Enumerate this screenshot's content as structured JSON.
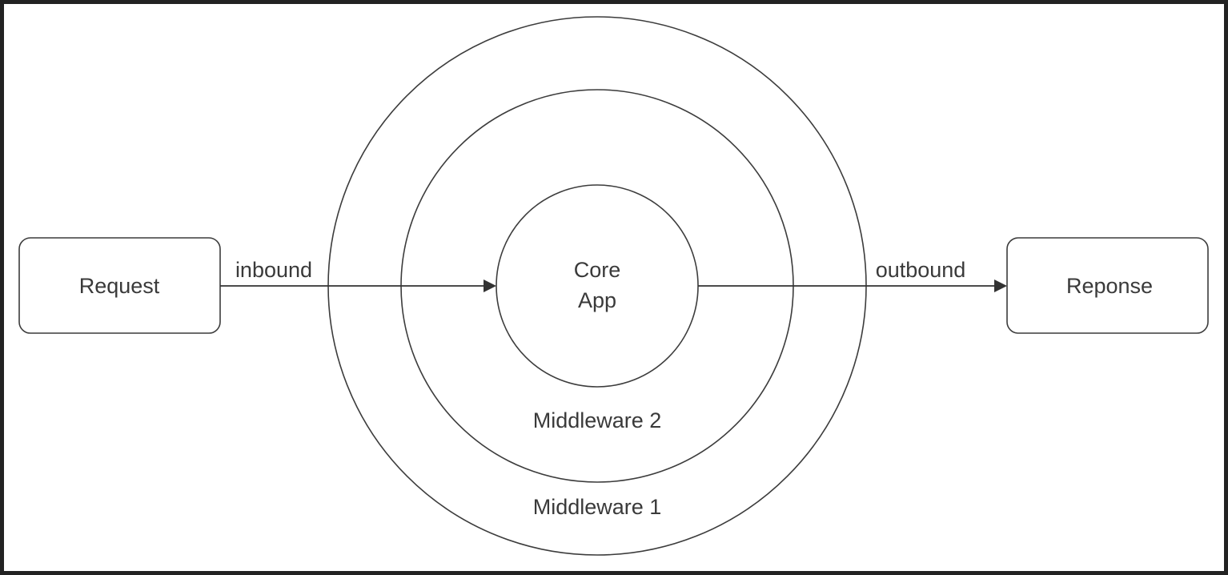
{
  "diagram": {
    "nodes": {
      "request": {
        "label": "Request"
      },
      "response": {
        "label": "Reponse"
      },
      "core": {
        "label_line1": "Core",
        "label_line2": "App"
      },
      "middleware_inner": {
        "label": "Middleware 2"
      },
      "middleware_outer": {
        "label": "Middleware 1"
      }
    },
    "edges": {
      "inbound": {
        "label": "inbound",
        "from": "Request",
        "to": "Core App"
      },
      "outbound": {
        "label": "outbound",
        "from": "Core App",
        "to": "Reponse"
      }
    },
    "colors": {
      "stroke": "#3c3c3c",
      "text": "#3a3a3a",
      "background": "#ffffff",
      "frame": "#222222"
    }
  }
}
